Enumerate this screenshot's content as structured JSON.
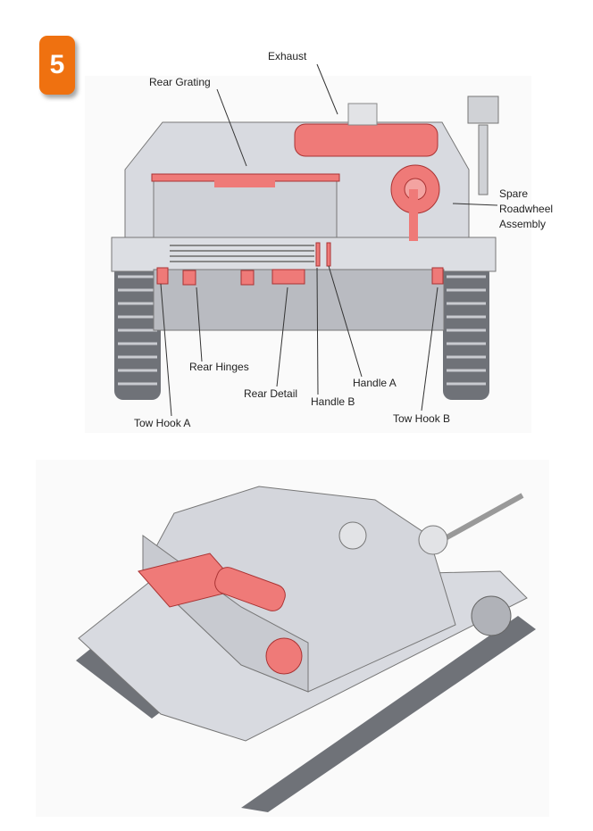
{
  "step": {
    "number": "5"
  },
  "callouts": {
    "exhaust": "Exhaust",
    "rear_grating": "Rear Grating",
    "spare_roadwheel": [
      "Spare",
      "Roadwheel",
      "Assembly"
    ],
    "rear_hinges": "Rear Hinges",
    "rear_detail": "Rear Detail",
    "handle_b": "Handle B",
    "handle_a": "Handle A",
    "tow_hook_a": "Tow Hook A",
    "tow_hook_b": "Tow Hook B"
  },
  "colors": {
    "accent": "#ef7110",
    "highlight": "#ef7a78",
    "hull": "#d6d8de"
  }
}
